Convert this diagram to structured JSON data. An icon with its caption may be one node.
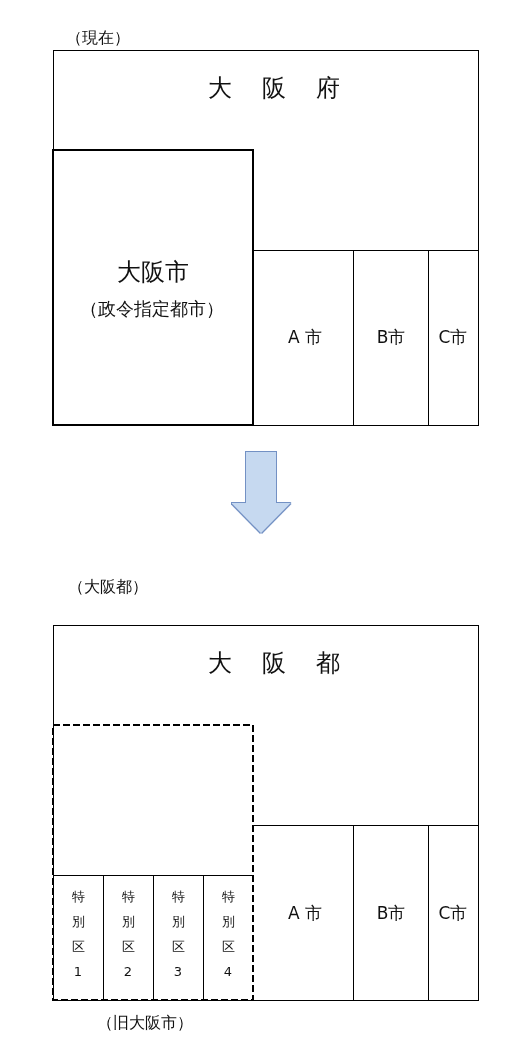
{
  "diagram": {
    "nodes": [
      {
        "text": [
          "（現在）",
          "大　阪　府"
        ]
      },
      {
        "text": [
          "大阪市",
          "（政令指定都市）"
        ],
        "in": 0
      },
      {
        "text": [
          "A 市"
        ],
        "in": 0
      },
      {
        "text": [
          "B市"
        ],
        "in": 0
      },
      {
        "text": [
          "C市"
        ],
        "in": 0
      },
      {
        "text": [
          "（大阪都）",
          "大　阪　都"
        ]
      },
      {
        "text": [
          "（旧大阪市）"
        ],
        "in": 5
      },
      {
        "text": [
          "特別区1"
        ],
        "in": 6
      },
      {
        "text": [
          "特別区2"
        ],
        "in": 6
      },
      {
        "text": [
          "特別区3"
        ],
        "in": 6
      },
      {
        "text": [
          "特別区4"
        ],
        "in": 6
      },
      {
        "text": [
          "A 市"
        ],
        "in": 5
      },
      {
        "text": [
          "B市"
        ],
        "in": 5
      },
      {
        "text": [
          "C市"
        ],
        "in": 5
      }
    ],
    "edges": [
      {
        "from": 0,
        "to": 5,
        "arrow": "to"
      }
    ]
  }
}
